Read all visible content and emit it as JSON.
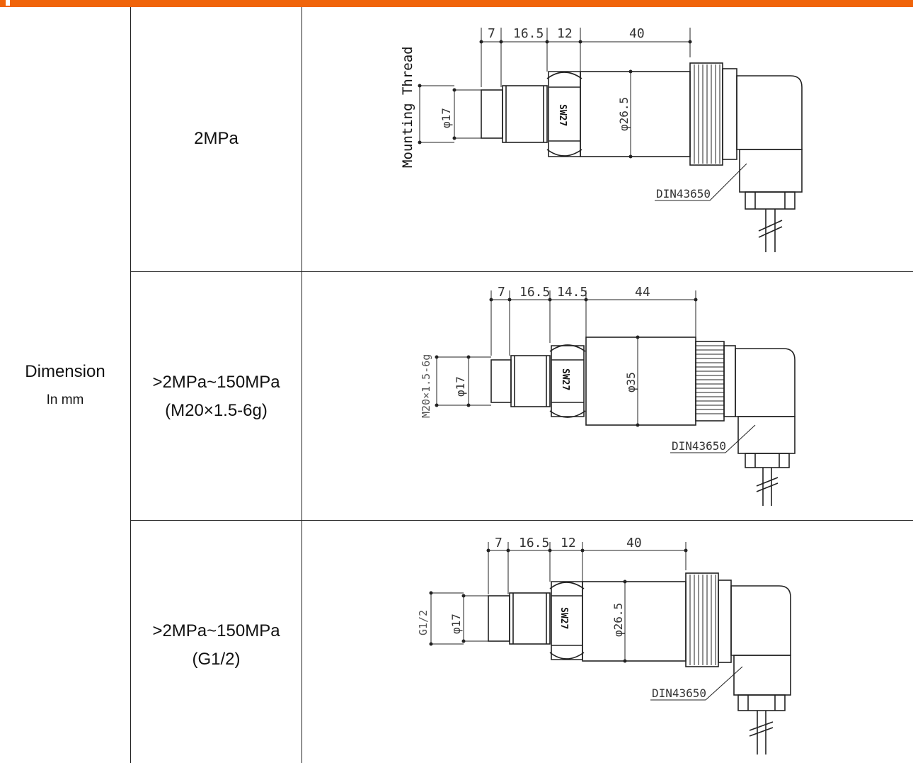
{
  "table": {
    "row_header": {
      "label": "Dimension",
      "unit": "In mm"
    },
    "rows": [
      {
        "range": "2MPa",
        "thread": "",
        "drawing": {
          "side_label": "Mounting Thread",
          "dims": [
            "7",
            "16.5",
            "12",
            "40"
          ],
          "inner_dia": "φ17",
          "body_dia": "φ26.5",
          "hex": "SW27",
          "connector": "DIN43650"
        }
      },
      {
        "range": ">2MPa~150MPa",
        "thread": "(M20×1.5-6g)",
        "drawing": {
          "side_label": "M20×1.5-6g",
          "dims": [
            "7",
            "16.5",
            "14.5",
            "44"
          ],
          "inner_dia": "φ17",
          "body_dia": "φ35",
          "hex": "SW27",
          "connector": "DIN43650"
        }
      },
      {
        "range": ">2MPa~150MPa",
        "thread": "(G1/2)",
        "drawing": {
          "side_label": "G1/2",
          "dims": [
            "7",
            "16.5",
            "12",
            "40"
          ],
          "inner_dia": "φ17",
          "body_dia": "φ26.5",
          "hex": "SW27",
          "connector": "DIN43650"
        }
      }
    ]
  }
}
